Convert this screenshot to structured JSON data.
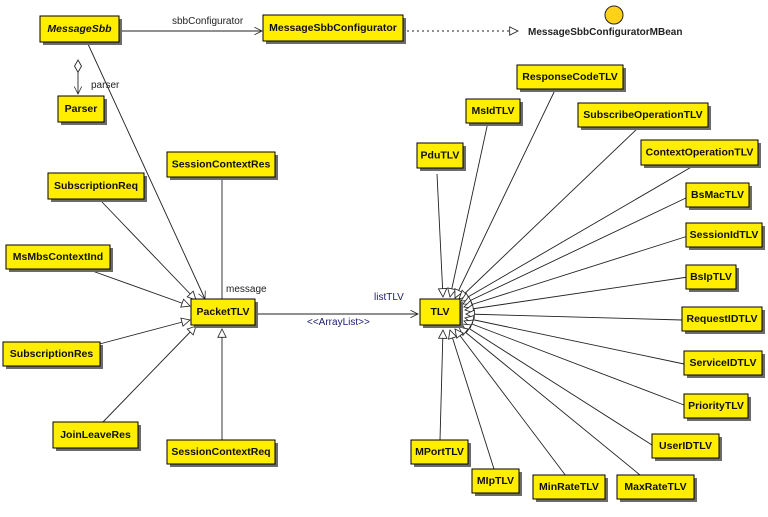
{
  "classes": {
    "MessageSbb": "MessageSbb",
    "MessageSbbConfigurator": "MessageSbbConfigurator",
    "Parser": "Parser",
    "SessionContextRes": "SessionContextRes",
    "SubscriptionReq": "SubscriptionReq",
    "MsMbsContextInd": "MsMbsContextInd",
    "PacketTLV": "PacketTLV",
    "SubscriptionRes": "SubscriptionRes",
    "JoinLeaveRes": "JoinLeaveRes",
    "SessionContextReq": "SessionContextReq",
    "TLV": "TLV",
    "PduTLV": "PduTLV",
    "MsIdTLV": "MsIdTLV",
    "ResponseCodeTLV": "ResponseCodeTLV",
    "SubscribeOperationTLV": "SubscribeOperationTLV",
    "ContextOperationTLV": "ContextOperationTLV",
    "BsMacTLV": "BsMacTLV",
    "SessionIdTLV": "SessionIdTLV",
    "BsIpTLV": "BsIpTLV",
    "RequestIDTLV": "RequestIDTLV",
    "ServiceIDTLV": "ServiceIDTLV",
    "PriorityTLV": "PriorityTLV",
    "UserIDTLV": "UserIDTLV",
    "MaxRateTLV": "MaxRateTLV",
    "MinRateTLV": "MinRateTLV",
    "MIpTLV": "MIpTLV",
    "MPortTLV": "MPortTLV"
  },
  "interface": "MessageSbbConfiguratorMBean",
  "labels": {
    "sbbConfigurator": "sbbConfigurator",
    "parser": "parser",
    "message": "message",
    "listTLV": "listTLV",
    "arrayList": "<<ArrayList>>"
  },
  "colors": {
    "box_fill": "#ffee00",
    "interface_fill": "#ffd21a"
  }
}
